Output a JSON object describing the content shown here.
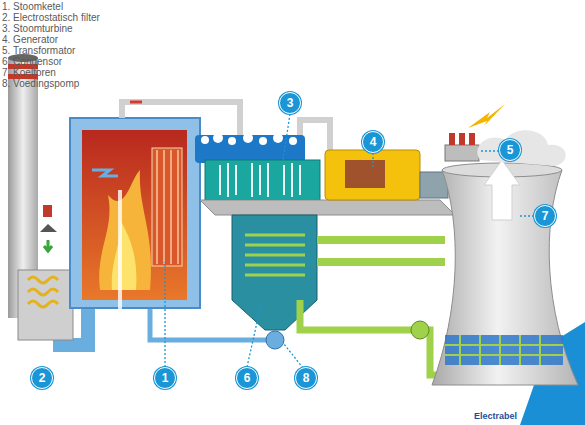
{
  "diagram": {
    "nodes": [
      {
        "text": [
          "3"
        ]
      },
      {
        "text": [
          "4"
        ]
      },
      {
        "text": [
          "5"
        ]
      },
      {
        "text": [
          "7"
        ]
      },
      {
        "text": [
          "2"
        ]
      },
      {
        "text": [
          "1"
        ]
      },
      {
        "text": [
          "6"
        ]
      },
      {
        "text": [
          "8"
        ]
      }
    ],
    "labels": [
      "1. Stoomketel",
      "2. Electrostatisch filter",
      "3. Stoomturbine",
      "4. Generator",
      "5. Transformator",
      "6. Condensor",
      "7. Koeltoren",
      "8. Voedingspomp",
      "Electrabel"
    ]
  }
}
